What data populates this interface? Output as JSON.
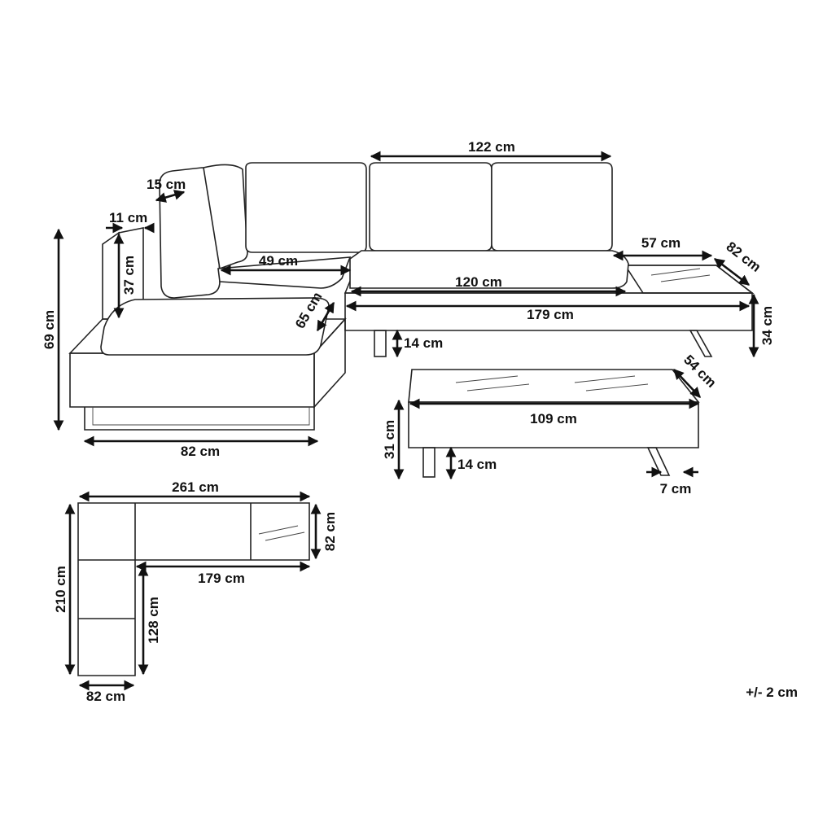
{
  "labels": {
    "back_cushion_width": "122 cm",
    "armrest_thickness": "15 cm",
    "side_panel_thickness": "11 cm",
    "total_height": "69 cm",
    "backrest_height": "37 cm",
    "corner_seat_width": "49 cm",
    "seat_cushion_width": "120 cm",
    "chaise_end_width": "57 cm",
    "chaise_depth_right": "82 cm",
    "seat_depth": "65 cm",
    "sofa_length": "179 cm",
    "sofa_frame_height": "34 cm",
    "sofa_leg_height": "14 cm",
    "corner_width": "82 cm",
    "table_depth": "54 cm",
    "table_length": "109 cm",
    "table_height": "31 cm",
    "table_leg_height": "14 cm",
    "table_leg_width": "7 cm",
    "plan_total_length": "261 cm",
    "plan_depth": "82 cm",
    "plan_total_width": "210 cm",
    "plan_inner_length": "179 cm",
    "plan_inner_width": "128 cm",
    "plan_bottom_width": "82 cm",
    "tolerance": "+/- 2 cm"
  }
}
